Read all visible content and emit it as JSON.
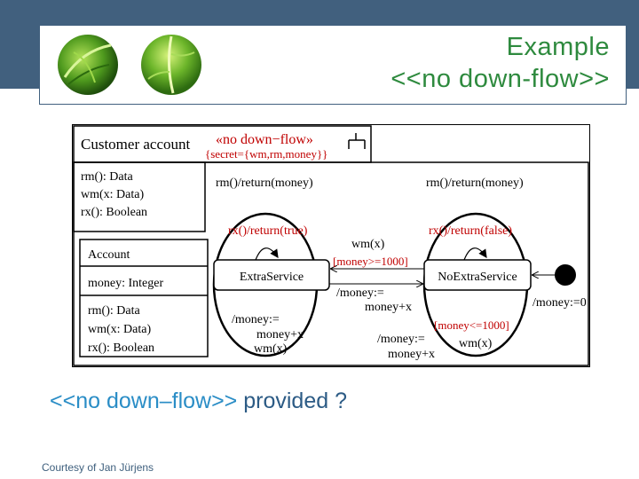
{
  "header": {
    "title_line1": "Example",
    "title_line2": "<<no down-flow>>"
  },
  "diagram": {
    "class_name": "Customer account",
    "stereotype": "«no down−flow»",
    "tag": "{secret={wm,rm,money}}",
    "class_ops": [
      "rm(): Data",
      "wm(x: Data)",
      "rx(): Boolean"
    ],
    "inner_class": {
      "name": "Account",
      "attribute": "money: Integer",
      "ops": [
        "rm(): Data",
        "wm(x: Data)",
        "rx(): Boolean"
      ]
    },
    "states": [
      "ExtraService",
      "NoExtraService"
    ],
    "transitions": {
      "extra_rm": "rm()/return(money)",
      "noextra_rm": "rm()/return(money)",
      "extra_rx": "rx()/return(true)",
      "noextra_rx": "rx()/return(false)",
      "no_to_extra_event": "wm(x)",
      "no_to_extra_guard": "[money>=1000]",
      "extra_to_no_line1": "/money:=",
      "extra_to_no_line2": "money+x",
      "extra_wm_line1": "/money:=",
      "extra_wm_line2": "money+x",
      "extra_wm_line3": "wm(x)",
      "noextra_guard": "[money<=1000]",
      "noextra_event": "wm(x)",
      "noextra_action1": "/money:=",
      "noextra_action2": "money+x",
      "initial": "/money:=0"
    }
  },
  "question": {
    "highlight": "<<no down–flow>>",
    "rest": " provided ?"
  },
  "footer": {
    "courtesy": "Courtesy of Jan Jürjens"
  }
}
